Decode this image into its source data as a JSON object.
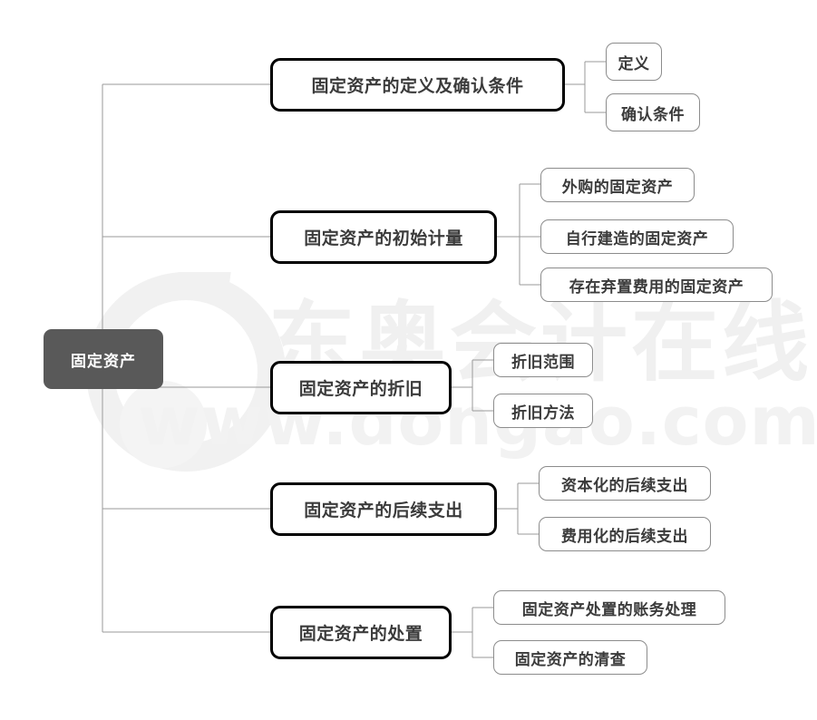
{
  "diagram": {
    "type": "mind-map",
    "root": {
      "label": "固定资产"
    },
    "branches": [
      {
        "label": "固定资产的定义及确认条件",
        "children": [
          {
            "label": "定义"
          },
          {
            "label": "确认条件"
          }
        ]
      },
      {
        "label": "固定资产的初始计量",
        "children": [
          {
            "label": "外购的固定资产"
          },
          {
            "label": "自行建造的固定资产"
          },
          {
            "label": "存在弃置费用的固定资产"
          }
        ]
      },
      {
        "label": "固定资产的折旧",
        "children": [
          {
            "label": "折旧范围"
          },
          {
            "label": "折旧方法"
          }
        ]
      },
      {
        "label": "固定资产的后续支出",
        "children": [
          {
            "label": "资本化的后续支出"
          },
          {
            "label": "费用化的后续支出"
          }
        ]
      },
      {
        "label": "固定资产的处置",
        "children": [
          {
            "label": "固定资产处置的账务处理"
          },
          {
            "label": "固定资产的清查"
          }
        ]
      }
    ]
  },
  "watermark": {
    "brand_cn": "东奥会计在线",
    "url": "www.dongao.com"
  },
  "colors": {
    "root_fill": "#595959",
    "root_text": "#ffffff",
    "main_border": "#000000",
    "leaf_border": "#8c8c8c",
    "node_text": "#3b3b3b",
    "connector": "#9a9a9a",
    "background": "#ffffff",
    "watermark": "#f0f0f0"
  }
}
